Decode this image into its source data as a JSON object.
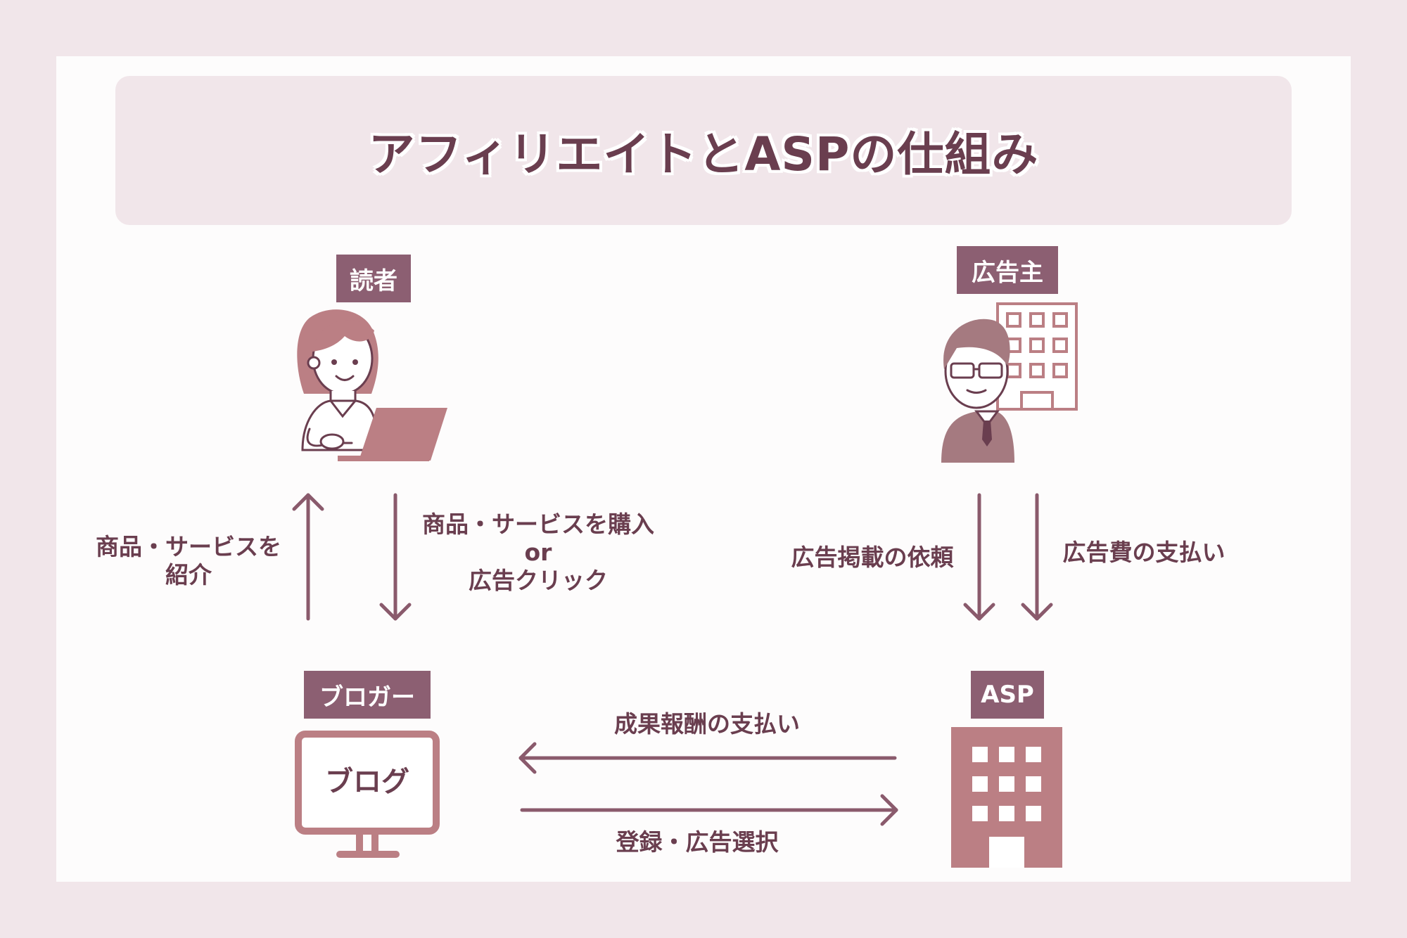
{
  "title": "アフィリエイトとASPの仕組み",
  "nodes": {
    "reader": "読者",
    "advertiser": "広告主",
    "blogger": "ブロガー",
    "asp": "ASP"
  },
  "blog_screen_text": "ブログ",
  "edges": {
    "blogger_to_reader": [
      "商品・サービスを",
      "紹介"
    ],
    "reader_to_blogger": [
      "商品・サービスを購入",
      "or",
      "広告クリック"
    ],
    "advertiser_request": "広告掲載の依頼",
    "advertiser_payment": "広告費の支払い",
    "asp_to_blogger": "成果報酬の支払い",
    "blogger_to_asp": "登録・広告選択"
  },
  "colors": {
    "background": "#f1e6ea",
    "card": "#fdfcfc",
    "tag": "#8c5f72",
    "text": "#6a3e4f",
    "arrow": "#8a5a6c",
    "illustration": "#bb7f84"
  }
}
